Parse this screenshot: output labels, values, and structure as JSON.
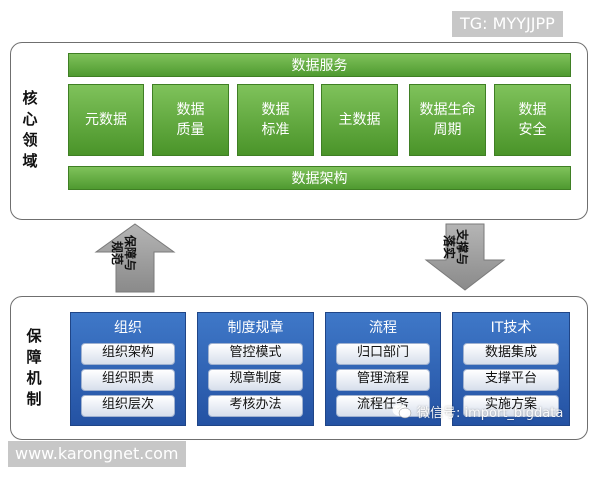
{
  "watermark_top": "TG: MYYJJPP",
  "watermark_bottom": "www.karongnet.com",
  "watermark_wechat": "微信号: import_bigdata",
  "core": {
    "label": [
      "核",
      "心",
      "领",
      "域"
    ],
    "top_bar": "数据服务",
    "bottom_bar": "数据架构",
    "boxes": [
      [
        "元数据"
      ],
      [
        "数据",
        "质量"
      ],
      [
        "数据",
        "标准"
      ],
      [
        "主数据"
      ],
      [
        "数据生命",
        "周期"
      ],
      [
        "数据",
        "安全"
      ]
    ]
  },
  "arrows": {
    "up_label": [
      "保障与",
      "规范"
    ],
    "down_label": [
      "支撑与",
      "落实"
    ]
  },
  "guarantee": {
    "label": [
      "保",
      "障",
      "机",
      "制"
    ],
    "columns": [
      {
        "title": "组织",
        "items": [
          "组织架构",
          "组织职责",
          "组织层次"
        ]
      },
      {
        "title": "制度规章",
        "items": [
          "管控模式",
          "规章制度",
          "考核办法"
        ]
      },
      {
        "title": "流程",
        "items": [
          "归口部门",
          "管理流程",
          "流程任务"
        ]
      },
      {
        "title": "IT技术",
        "items": [
          "数据集成",
          "支撑平台",
          "实施方案"
        ]
      }
    ]
  },
  "colors": {
    "green": "#5aa636",
    "blue": "#2f62b3",
    "arrow_gray": "#9a9a9a",
    "watermark_gray": "#c7c7c7"
  }
}
